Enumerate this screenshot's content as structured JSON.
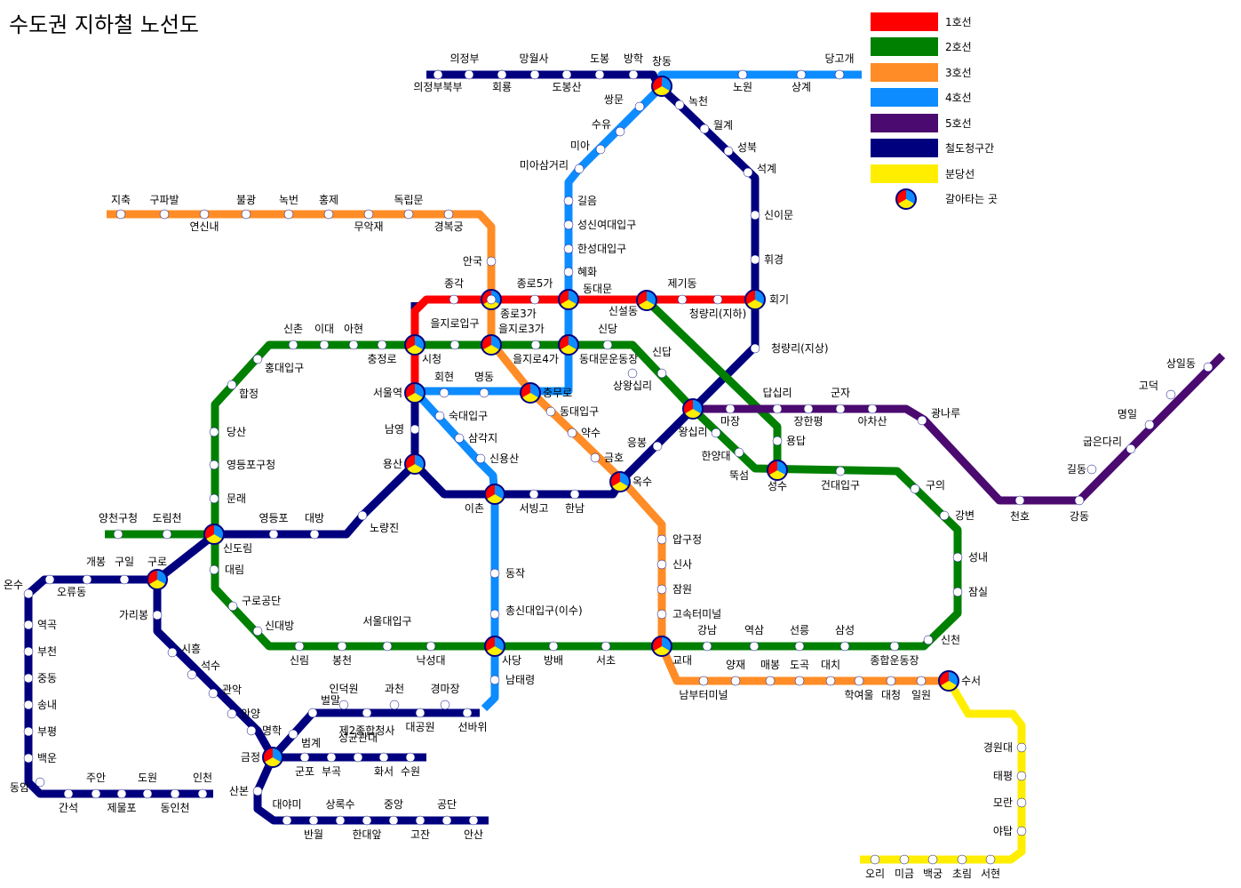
{
  "title": "수도권 지하철 노선도",
  "colors": {
    "line1": "#ff0000",
    "line2": "#008000",
    "line3": "#ff8c26",
    "line4": "#0d8cff",
    "line5": "#4b0a6f",
    "rail": "#00007f",
    "bundang": "#ffee00"
  },
  "legend": [
    {
      "label": "1호선",
      "color": "#ff0000"
    },
    {
      "label": "2호선",
      "color": "#008000"
    },
    {
      "label": "3호선",
      "color": "#ff8c26"
    },
    {
      "label": "4호선",
      "color": "#0d8cff"
    },
    {
      "label": "5호선",
      "color": "#4b0a6f"
    },
    {
      "label": "철도청구간",
      "color": "#00007f"
    },
    {
      "label": "분당선",
      "color": "#ffee00"
    },
    {
      "label": "갈아타는 곳",
      "icon": "transfer-icon"
    }
  ],
  "station_labels": [
    "의정부",
    "망월사",
    "도봉",
    "방학",
    "창동",
    "당고개",
    "의정부북부",
    "회룡",
    "도봉산",
    "쌍문",
    "노원",
    "상계",
    "녹천",
    "월계",
    "수유",
    "성북",
    "미아",
    "석계",
    "미아삼거리",
    "길음",
    "신이문",
    "성신여대입구",
    "한성대입구",
    "혜화",
    "휘경",
    "지축",
    "구파발",
    "불광",
    "녹번",
    "홍제",
    "독립문",
    "연신내",
    "무악재",
    "경복궁",
    "안국",
    "종각",
    "종로5가",
    "동대문",
    "제기동",
    "회기",
    "종로3가",
    "신설동",
    "청량리(지하)",
    "을지로입구",
    "을지로3가",
    "신당",
    "신촌",
    "이대",
    "아현",
    "충정로",
    "시청",
    "동대문운동장",
    "을지로4가",
    "홍대입구",
    "신답",
    "청량리(지상)",
    "상왕십리",
    "회현",
    "명동",
    "충무로",
    "답십리",
    "군자",
    "합정",
    "서울역",
    "동대입구",
    "마장",
    "장한평",
    "아차산",
    "광나루",
    "숙대입구",
    "약수",
    "왕십리",
    "한양대",
    "용답",
    "당산",
    "남영",
    "삼각지",
    "응봉",
    "영등포구청",
    "금호",
    "뚝섬",
    "성수",
    "건대입구",
    "신용산",
    "용산",
    "옥수",
    "이촌",
    "서빙고",
    "한남",
    "문래",
    "구의",
    "양천구청",
    "도림천",
    "영등포",
    "대방",
    "노량진",
    "신도림",
    "강변",
    "천호",
    "강동",
    "길동",
    "굽은다리",
    "명일",
    "고덕",
    "상일동",
    "대림",
    "성내",
    "온수",
    "개봉",
    "구일",
    "구로",
    "오류동",
    "잠실",
    "가리봉",
    "구로공단",
    "동작",
    "총신대입구(이수)",
    "신대방",
    "서울대입구",
    "압구정",
    "신사",
    "잠원",
    "고속터미널",
    "역곡",
    "신림",
    "봉천",
    "낙성대",
    "사당",
    "방배",
    "서초",
    "교대",
    "강남",
    "역삼",
    "선릉",
    "삼성",
    "신천",
    "종합운동장",
    "부천",
    "시흥",
    "남태령",
    "양재",
    "매봉",
    "도곡",
    "대치",
    "학여울",
    "대청",
    "일원",
    "수서",
    "중동",
    "석수",
    "남부터미널",
    "송내",
    "관악",
    "인덕원",
    "과천",
    "경마장",
    "부평",
    "안양",
    "벌말",
    "제2종합청사",
    "대공원",
    "선바위",
    "명학",
    "범계",
    "성균관대",
    "백운",
    "금정",
    "군포",
    "부곡",
    "화서",
    "수원",
    "동암",
    "주안",
    "도원",
    "인천",
    "경원대",
    "간석",
    "제물포",
    "동인천",
    "산본",
    "태평",
    "대야미",
    "상록수",
    "중앙",
    "공단",
    "모란",
    "반월",
    "한대앞",
    "고잔",
    "안산",
    "야탑",
    "오리",
    "미금",
    "백궁",
    "초림",
    "서현"
  ]
}
